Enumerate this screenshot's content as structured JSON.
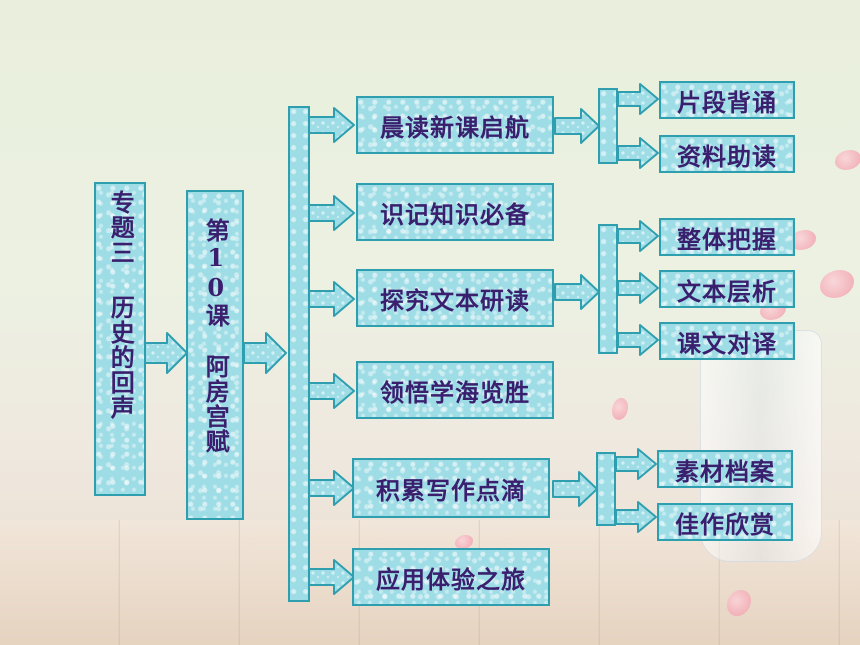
{
  "topic": {
    "line1": "专题三",
    "line2": "历史的回声"
  },
  "lesson": {
    "line1": "第10课",
    "line2": "阿房宫赋"
  },
  "sections": [
    {
      "id": "s1",
      "label": "晨读新课启航",
      "children": [
        "片段背诵",
        "资料助读"
      ]
    },
    {
      "id": "s2",
      "label": "识记知识必备",
      "children": []
    },
    {
      "id": "s3",
      "label": "探究文本研读",
      "children": [
        "整体把握",
        "文本层析",
        "课文对译"
      ]
    },
    {
      "id": "s4",
      "label": "领悟学海览胜",
      "children": []
    },
    {
      "id": "s5",
      "label": "积累写作点滴",
      "children": [
        "素材档案",
        "佳作欣赏"
      ]
    },
    {
      "id": "s6",
      "label": "应用体验之旅",
      "children": []
    }
  ],
  "colors": {
    "box_fill": "#9fdde6",
    "box_border": "#2f9fb0",
    "text": "#3a1f6e"
  }
}
